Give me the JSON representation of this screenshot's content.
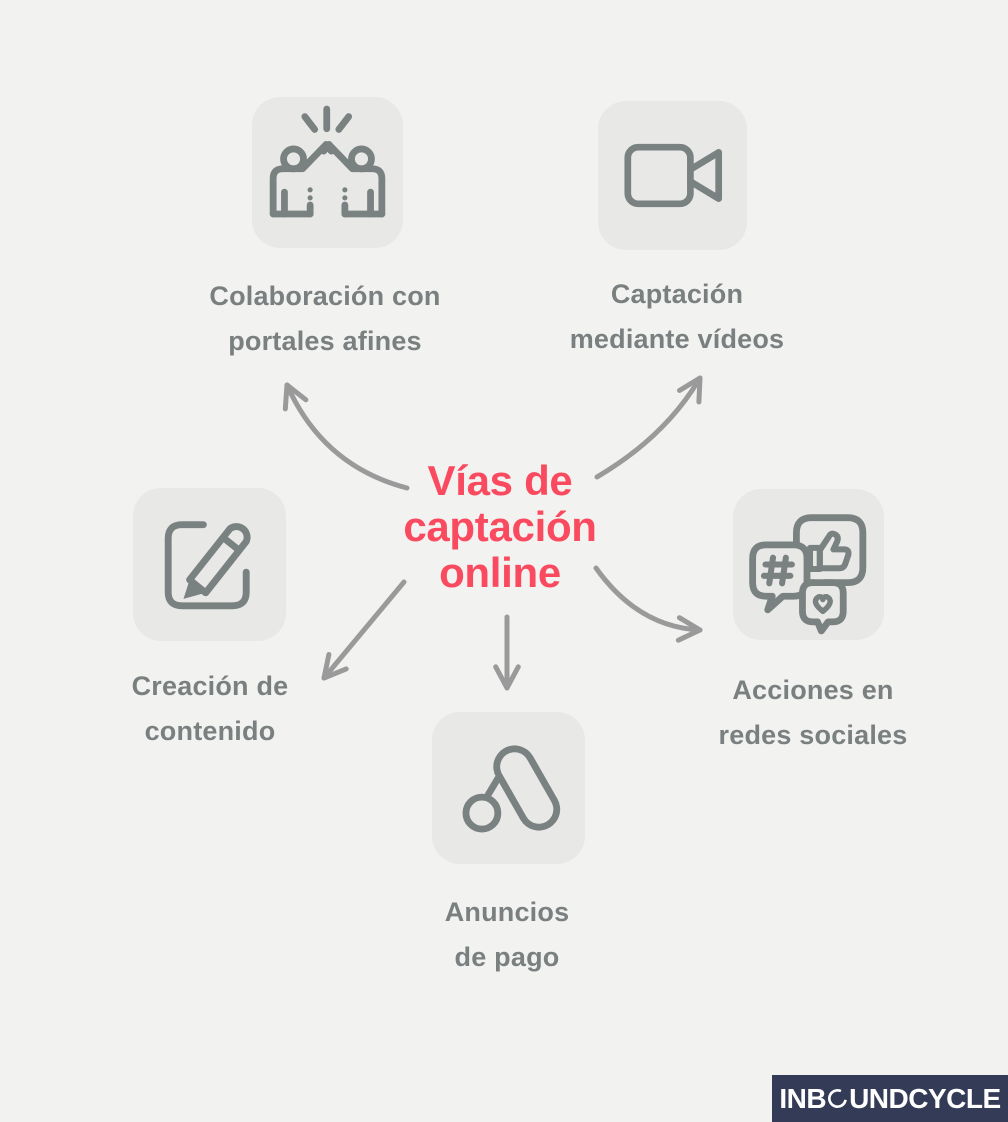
{
  "title": {
    "lines": [
      "Vías de",
      "captación",
      "online"
    ]
  },
  "nodes": [
    {
      "id": "collaboration",
      "icon": "high-five-icon",
      "label_lines": [
        "Colaboración con",
        "portales afines"
      ]
    },
    {
      "id": "videos",
      "icon": "video-camera-icon",
      "label_lines": [
        "Captación",
        "mediante vídeos"
      ]
    },
    {
      "id": "content",
      "icon": "edit-pencil-icon",
      "label_lines": [
        "Creación de",
        "contenido"
      ]
    },
    {
      "id": "social",
      "icon": "social-bubbles-icon",
      "label_lines": [
        "Acciones en",
        "redes sociales"
      ]
    },
    {
      "id": "ads",
      "icon": "google-ads-icon",
      "label_lines": [
        "Anuncios",
        "de pago"
      ]
    }
  ],
  "logo": {
    "text": "INBOUNDCYCLE",
    "prefix": "INB",
    "suffix": "UNDCYCLE"
  },
  "colors": {
    "page_bg": "#F2F2F1",
    "icon_box": "#E8E8E7",
    "icon_stroke": "#7A8181",
    "label_text": "#7A8080",
    "title_color": "#FA4A5F",
    "arrow_color": "#9A9A9A",
    "logo_bg": "#343B56",
    "logo_fg": "#FFFFFF"
  }
}
